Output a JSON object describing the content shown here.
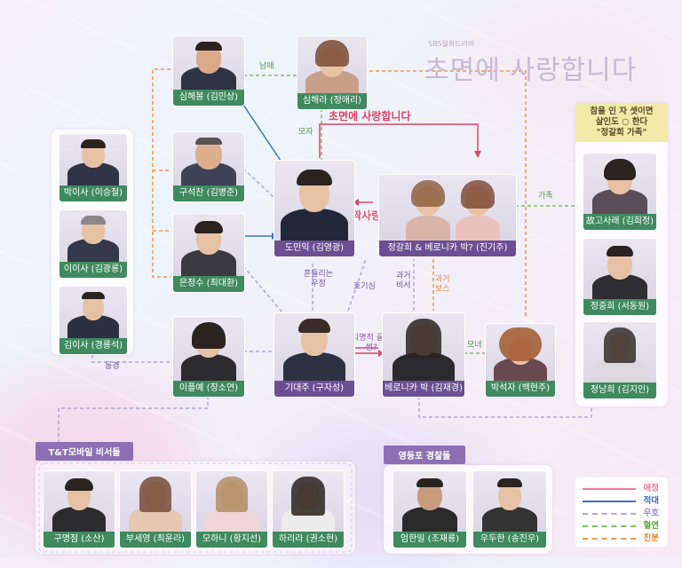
{
  "title": {
    "small": "SBS월화드라마",
    "main": "초면에 사랑합니다"
  },
  "groups": {
    "jeong_family": "참을 인 자 셋이면\n살인도 ○ 한다\n\"정갈희 가족\"",
    "tnt_secretaries": "T&T모바일 비서들",
    "police": "영등포 경찰들"
  },
  "characters": {
    "sim_haebong": "심해봉 (김민상)",
    "sim_haera": "심해라 (정애리)",
    "gu_seokchan": "구석찬 (김병준)",
    "eun_jeongsu": "은정수 (최대환)",
    "do_mineok": "도민익 (김영광)",
    "jeong_galhui": "정갈희 & 베로니카 박? (진기주)",
    "go_sarae": "故고사래 (김희정)",
    "jeong_junghui": "정중희 (서동원)",
    "jeong_namhui": "정남희 (김지인)",
    "lee_pilrye": "이플예 (장소연)",
    "gi_daeju": "기대주 (구자성)",
    "veronica": "베로니카 박 (김재경)",
    "park_seokja": "박석자 (백현주)",
    "park_isa": "박이사 (이승철)",
    "lee_isa": "이이사 (김광룡)",
    "kim_isa": "김이사 (경룡석)",
    "gu_myeongjeom": "구명점 (소산)",
    "bu_saeyeong": "부세영 (최윤라)",
    "mo_hani": "모하니 (황지선)",
    "ha_ria": "하리라 (권소현)",
    "eom_hanil": "엄한일 (조재룡)",
    "u_duhan": "우두한 (송진우)"
  },
  "relations": {
    "siblings": "남매",
    "mother_son": "모자",
    "love_title": "초면에 사랑합니다",
    "crush": "짝사랑",
    "family": "가족",
    "unrivaled_friend": "흔들리는\n우정",
    "curiosity": "호기심",
    "ex_secretary": "과거\n비서",
    "ex_boss": "과거\n보스",
    "fatal_rival": "치명적 꼴림\n썸?",
    "mother_daughter": "모녀",
    "classmates": "동경"
  },
  "legend": [
    {
      "label": "애정",
      "color": "#ef7b96"
    },
    {
      "label": "적대",
      "color": "#3b72c4"
    },
    {
      "label": "우호",
      "color": "#b2a8d8"
    },
    {
      "label": "혈연",
      "color": "#7cc25f"
    },
    {
      "label": "친분",
      "color": "#e89a4e"
    }
  ],
  "colors": {
    "accent_purple": "#8e6fb3",
    "label_green": "#3f8a5e",
    "love_red": "#e03f63"
  }
}
